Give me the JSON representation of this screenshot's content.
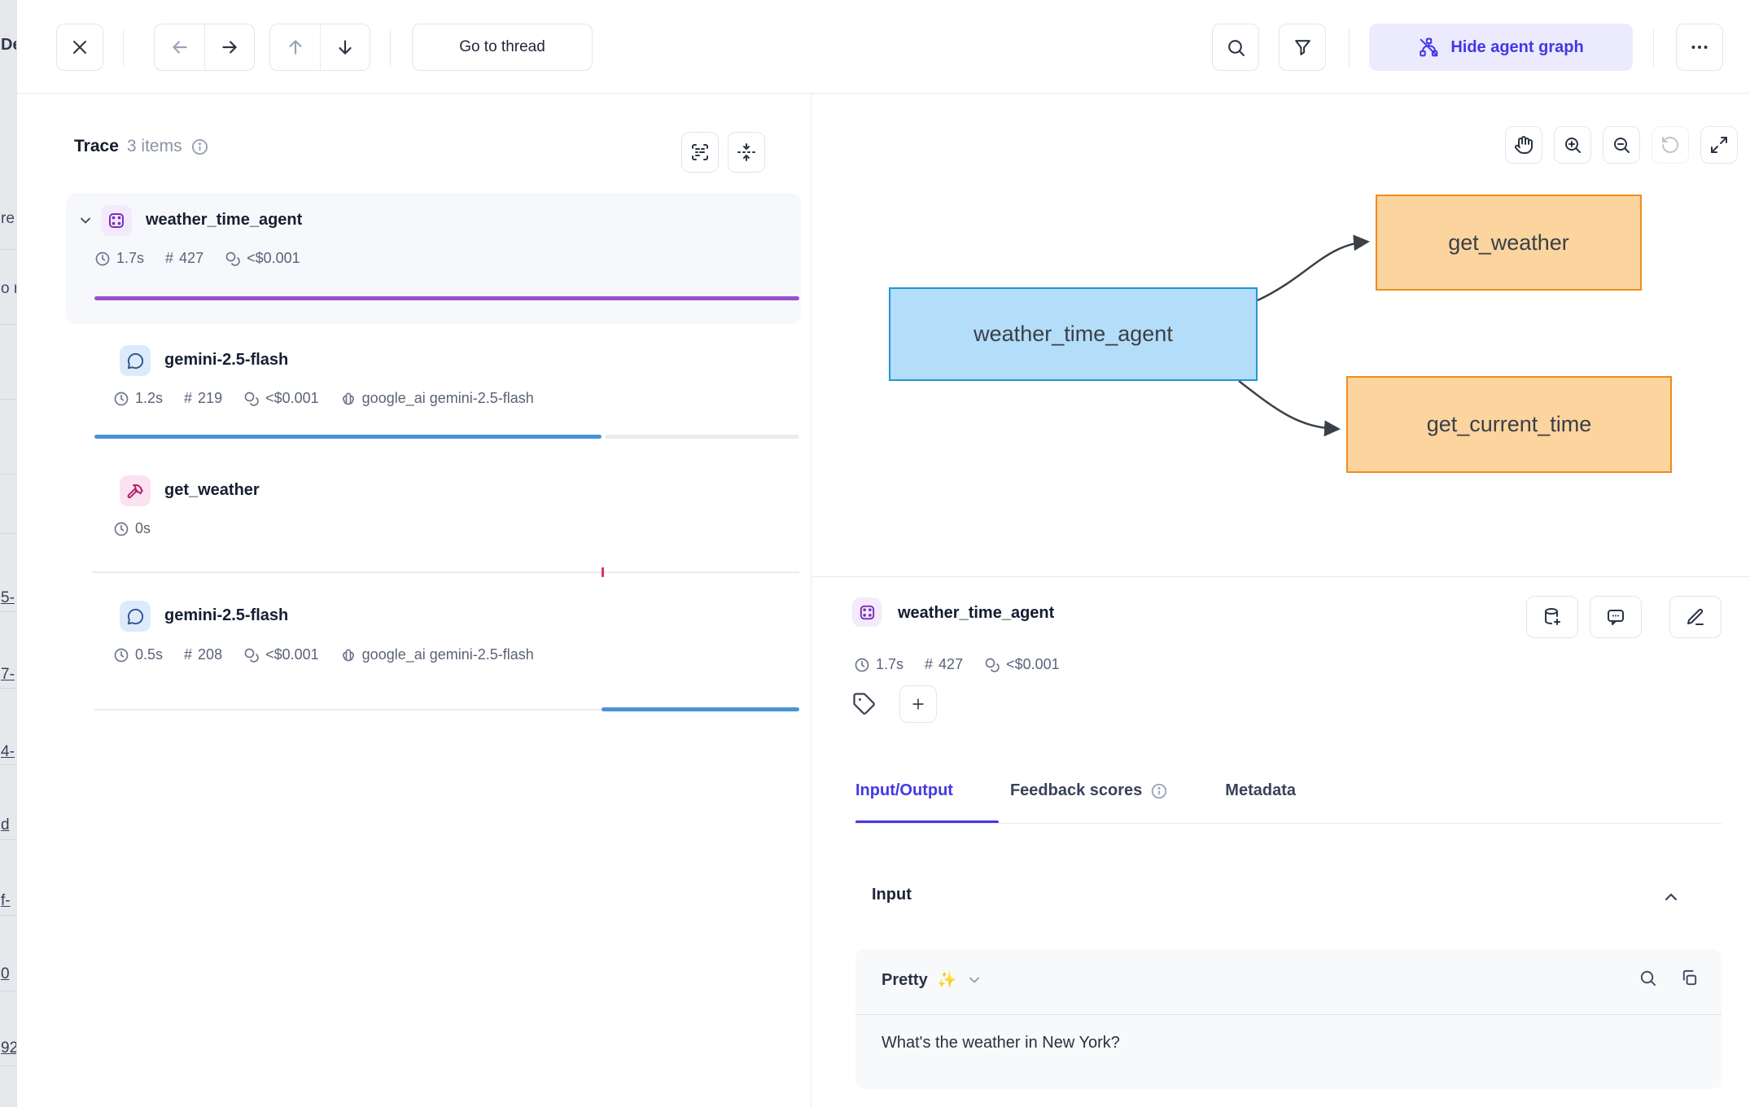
{
  "toolbar": {
    "go_to_thread": "Go to thread",
    "hide_agent_graph": "Hide agent graph"
  },
  "underlay_fragments": {
    "f0": "De",
    "f1": "re",
    "f2": "o r",
    "f3": "5-",
    "f4": "7-",
    "f5": "4-",
    "f6": "d",
    "f7": "f-",
    "f8": "0",
    "f9": "92"
  },
  "trace_panel": {
    "title": "Trace",
    "count": "3 items",
    "rows": [
      {
        "name": "weather_time_agent",
        "duration": "1.7s",
        "tokens": "427",
        "cost": "<$0.001"
      },
      {
        "name": "gemini-2.5-flash",
        "duration": "1.2s",
        "tokens": "219",
        "cost": "<$0.001",
        "provider": "google_ai gemini-2.5-flash"
      },
      {
        "name": "get_weather",
        "duration": "0s"
      },
      {
        "name": "gemini-2.5-flash",
        "duration": "0.5s",
        "tokens": "208",
        "cost": "<$0.001",
        "provider": "google_ai gemini-2.5-flash"
      }
    ],
    "hash_symbol": "#"
  },
  "graph": {
    "nodes": [
      {
        "label": "weather_time_agent"
      },
      {
        "label": "get_weather"
      },
      {
        "label": "get_current_time"
      }
    ]
  },
  "details": {
    "title": "weather_time_agent",
    "duration": "1.7s",
    "tokens": "427",
    "cost": "<$0.001",
    "tabs": [
      {
        "label": "Input/Output"
      },
      {
        "label": "Feedback scores"
      },
      {
        "label": "Metadata"
      }
    ],
    "input_label": "Input",
    "view_mode": "Pretty",
    "view_mode_emoji": "✨",
    "input_content": "What's the weather in New York?"
  },
  "colors": {
    "accent_indigo": "#4338e6",
    "accent_indigo_bg": "#eceafd",
    "agent_purple": "#7b2fbe",
    "duration_bar_purple": "#9b51ce",
    "llm_bar_blue": "#4b93d8",
    "tool_tick_pink": "#d6336c",
    "node_blue_fill": "#b3ddf8",
    "node_blue_border": "#2196d3",
    "node_orange_fill": "#fcd49e",
    "node_orange_border": "#ef8d1e"
  }
}
